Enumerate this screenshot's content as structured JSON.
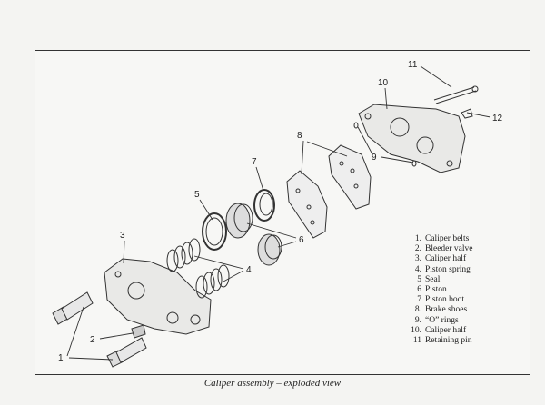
{
  "legend": [
    {
      "num": "1.",
      "label": "Caliper belts"
    },
    {
      "num": "2.",
      "label": "Bleeder valve"
    },
    {
      "num": "3.",
      "label": "Caliper half"
    },
    {
      "num": "4.",
      "label": "Piston spring"
    },
    {
      "num": "5",
      "label": "Seal"
    },
    {
      "num": "6",
      "label": "Piston"
    },
    {
      "num": "7",
      "label": "Piston boot"
    },
    {
      "num": "8.",
      "label": "Brake shoes"
    },
    {
      "num": "9.",
      "label": "“O” rings"
    },
    {
      "num": "10.",
      "label": "Caliper half"
    },
    {
      "num": "11",
      "label": "Retaining pin"
    }
  ],
  "callouts": [
    "1",
    "2",
    "3",
    "4",
    "5",
    "6",
    "7",
    "8",
    "9",
    "10",
    "11",
    "12"
  ],
  "caption": "Caliper assembly – exploded view"
}
